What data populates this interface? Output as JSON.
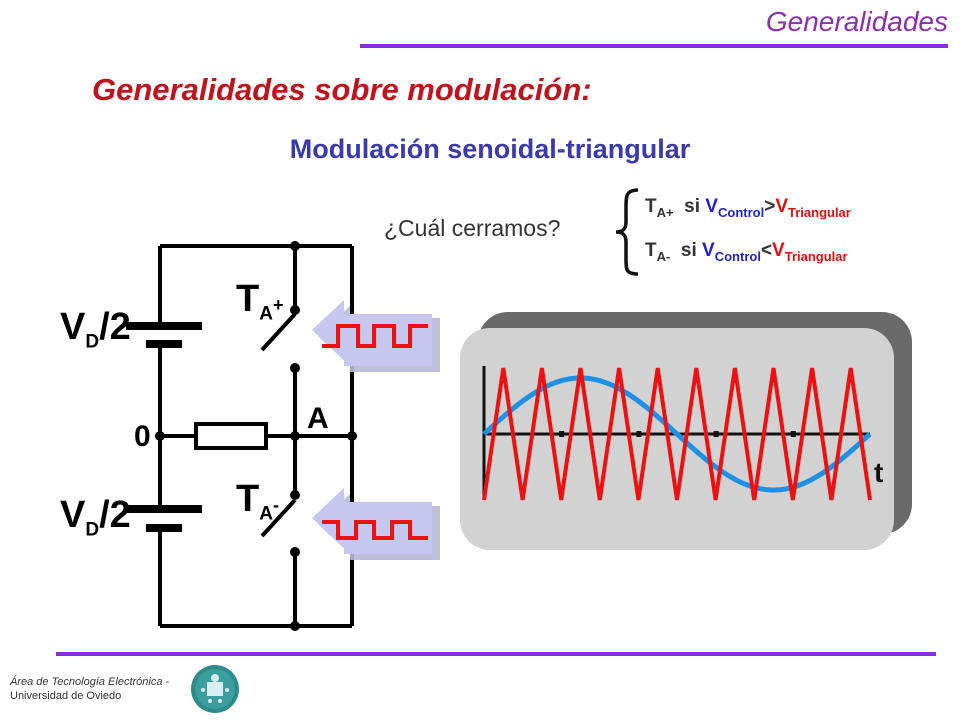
{
  "header": {
    "title": "Generalidades",
    "accent_color": "#8a2be2"
  },
  "main": {
    "title": "Generalidades sobre modulación:",
    "subtitle": "Modulación senoidal-triangular",
    "question": "¿Cuál cerramos?",
    "conditions": [
      {
        "switch": "T",
        "switch_sub": "A+",
        "si": "si",
        "control": "V",
        "control_sub": "Control",
        "op": ">",
        "tri": "V",
        "tri_sub": "Triangular"
      },
      {
        "switch": "T",
        "switch_sub": "A-",
        "si": "si",
        "control": "V",
        "control_sub": "Control",
        "op": "<",
        "tri": "V",
        "tri_sub": "Triangular"
      }
    ]
  },
  "circuit": {
    "source_top": {
      "main": "V",
      "sub": "D",
      "tail": "/2"
    },
    "source_bottom": {
      "main": "V",
      "sub": "D",
      "tail": "/2"
    },
    "zero_label": "0",
    "node_label": "A",
    "switch_top": {
      "main": "T",
      "sub": "A",
      "sign": "+"
    },
    "switch_bottom": {
      "main": "T",
      "sub": "A",
      "sign": "-"
    }
  },
  "waveform": {
    "axis_label": "t",
    "sine_color": "#1e90e6",
    "triangle_color": "#ee1111",
    "triangle_cycles": 10
  },
  "footer": {
    "line1": "Área de Tecnología Electrónica -",
    "line2": "Universidad de Oviedo"
  }
}
